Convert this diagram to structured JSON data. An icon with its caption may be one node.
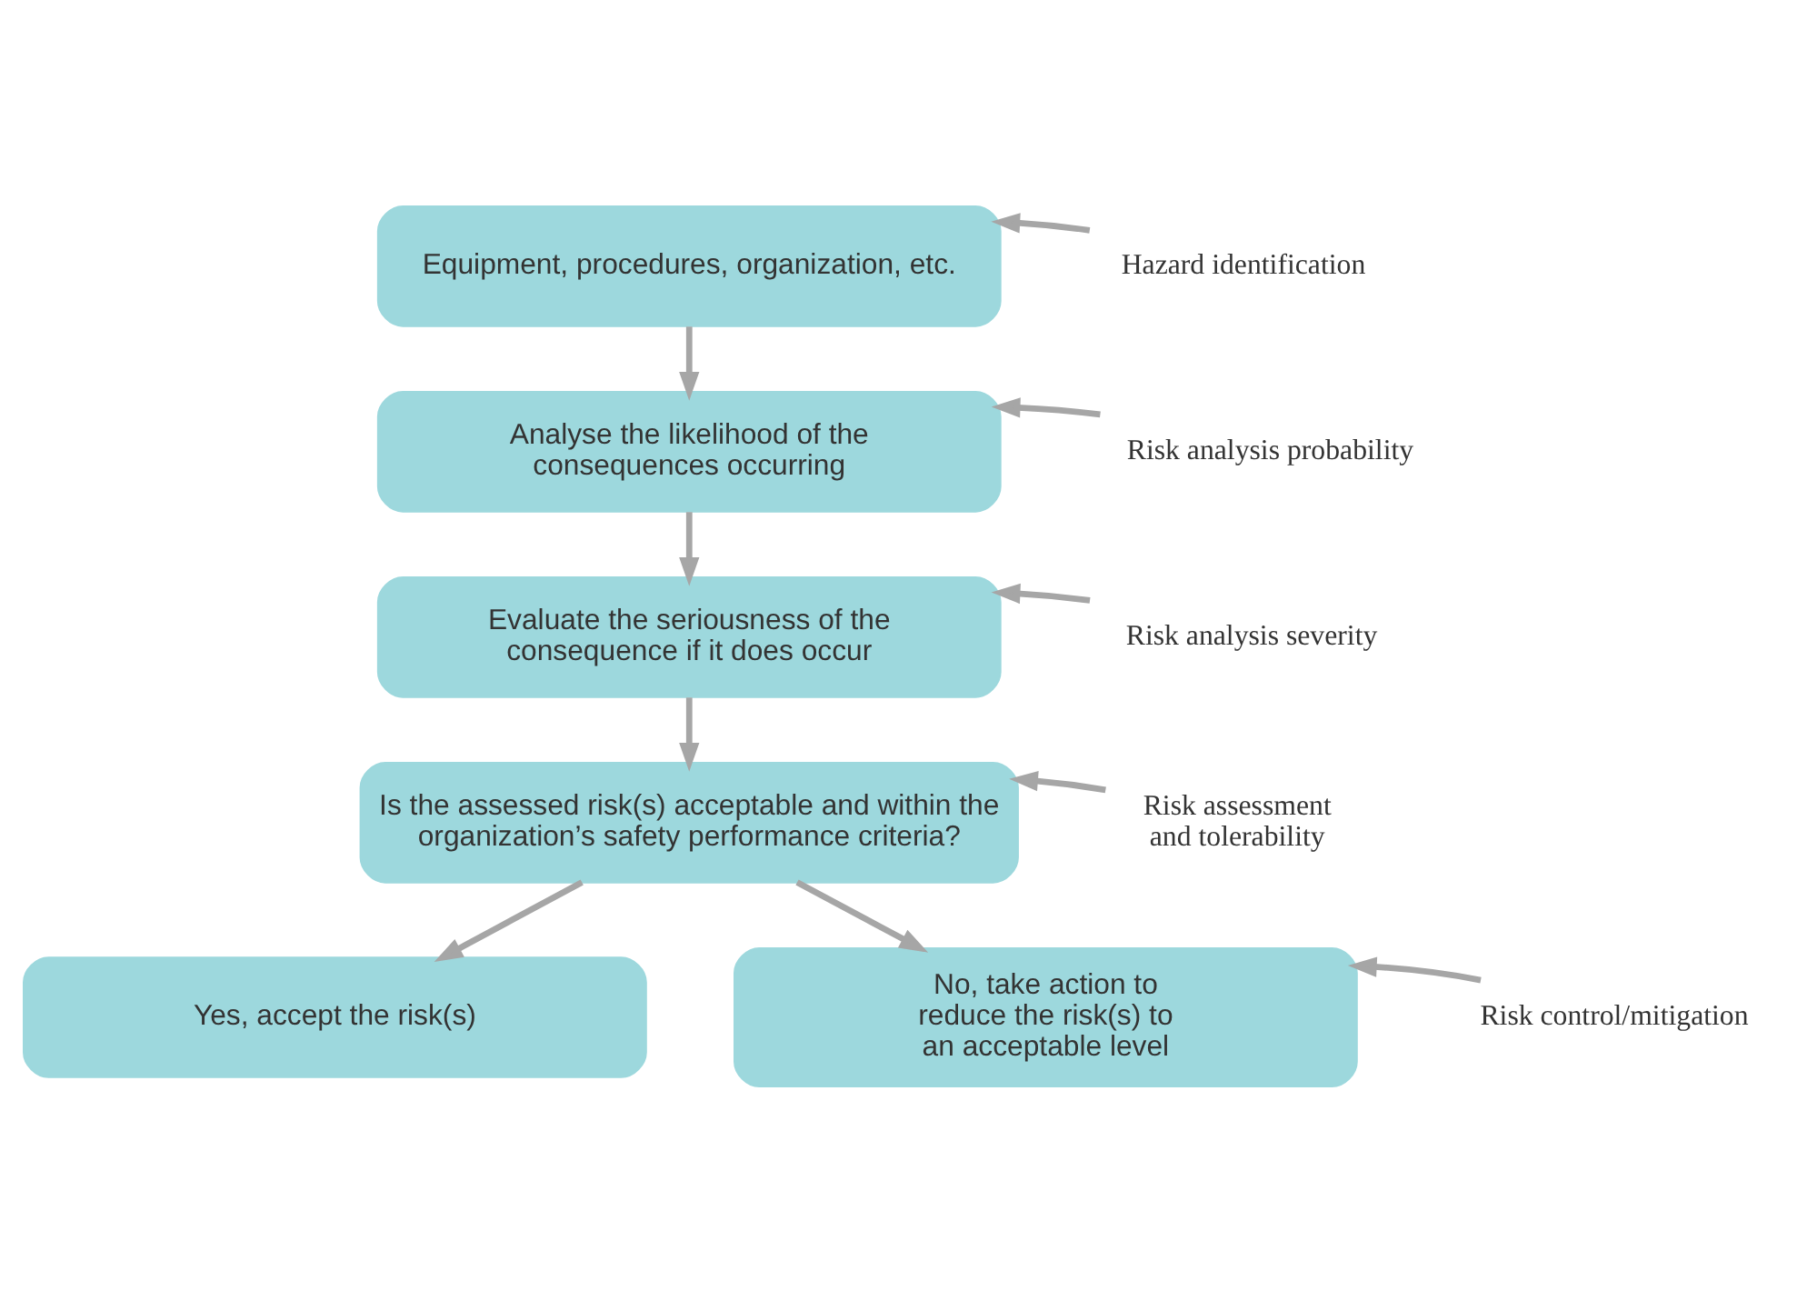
{
  "diagram": {
    "nodes": [
      {
        "text": [
          "Equipment, procedures, organization, etc."
        ]
      },
      {
        "text": [
          "Analyse the likelihood of the consequences occurring"
        ]
      },
      {
        "text": [
          "Evaluate the seriousness of the consequence if it does occur"
        ]
      },
      {
        "text": [
          "Is the assessed risk(s) acceptable and within the organization’s safety performance criteria?"
        ]
      },
      {
        "text": [
          "Yes, accept the risk(s)"
        ]
      },
      {
        "text": [
          "No, take action to reduce the risk(s) to an acceptable level"
        ]
      },
      {
        "text": [
          "Hazard identification"
        ]
      },
      {
        "text": [
          "Risk analysis probability"
        ]
      },
      {
        "text": [
          "Risk analysis severity"
        ]
      },
      {
        "text": [
          "Risk assessment and tolerability"
        ]
      },
      {
        "text": [
          "Risk control/mitigation"
        ]
      }
    ],
    "edges": [
      {
        "from": 0,
        "to": 1,
        "arrow": "to"
      },
      {
        "from": 1,
        "to": 2,
        "arrow": "to"
      },
      {
        "from": 2,
        "to": 3,
        "arrow": "to"
      },
      {
        "from": 3,
        "to": 4,
        "arrow": "to"
      },
      {
        "from": 3,
        "to": 5,
        "arrow": "to"
      },
      {
        "from": 6,
        "to": 0,
        "arrow": "to"
      },
      {
        "from": 7,
        "to": 1,
        "arrow": "to"
      },
      {
        "from": 8,
        "to": 2,
        "arrow": "to"
      },
      {
        "from": 9,
        "to": 3,
        "arrow": "to"
      },
      {
        "from": 10,
        "to": 5,
        "arrow": "to"
      }
    ]
  }
}
